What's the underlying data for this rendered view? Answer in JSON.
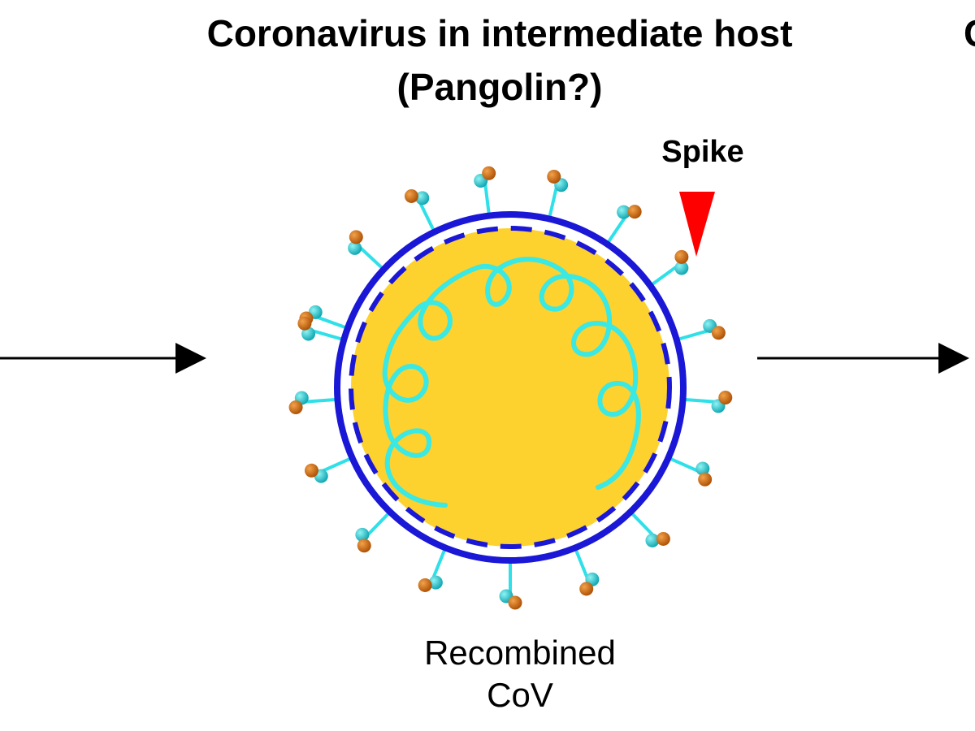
{
  "title_line1": "Coronavirus in intermediate host",
  "title_line2": "(Pangolin?)",
  "next_title_fragment": "C",
  "spike_label": "Spike",
  "caption_line1": "Recombined",
  "caption_line2": "CoV",
  "colors": {
    "envelope": "#1a17d6",
    "core": "#fdd12e",
    "rna": "#3ae8e4",
    "spike_stalk": "#2ee0e8",
    "spike_head_a": "#d2690f",
    "spike_head_b": "#1ec4cf",
    "pointer": "#ff0000",
    "arrow": "#000000"
  },
  "icons": [
    "right-arrow-icon",
    "spike-pointer-icon"
  ]
}
